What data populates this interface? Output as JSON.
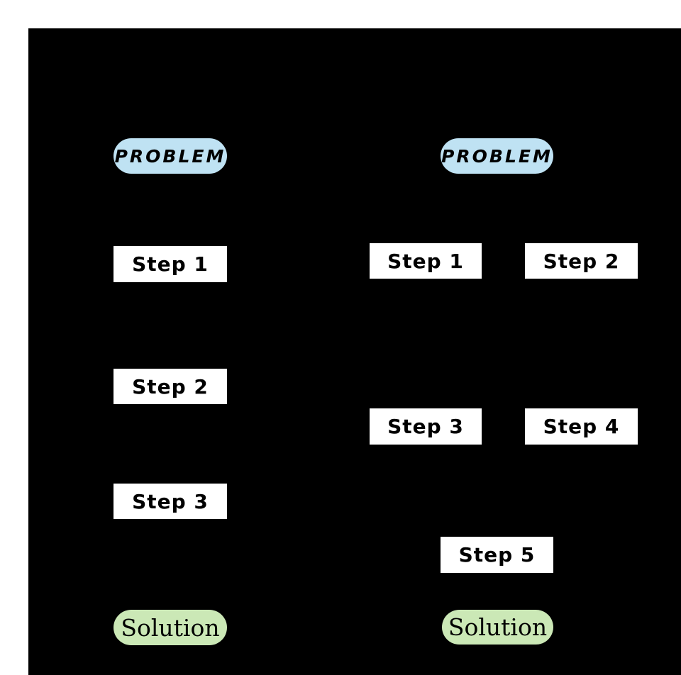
{
  "colors": {
    "page_bg": "#ffffff",
    "canvas_bg": "#000000",
    "problem_fill": "#bfe2f3",
    "step_fill": "#ffffff",
    "solution_fill": "#cbe8b6",
    "text": "#000000"
  },
  "flows": [
    {
      "name": "linear-flow",
      "problem_label": "PROBLEM",
      "steps": [
        "Step 1",
        "Step 2",
        "Step 3"
      ],
      "solution_label": "Solution"
    },
    {
      "name": "branching-flow",
      "problem_label": "PROBLEM",
      "steps": [
        "Step 1",
        "Step 2",
        "Step 3",
        "Step 4",
        "Step 5"
      ],
      "solution_label": "Solution"
    }
  ]
}
